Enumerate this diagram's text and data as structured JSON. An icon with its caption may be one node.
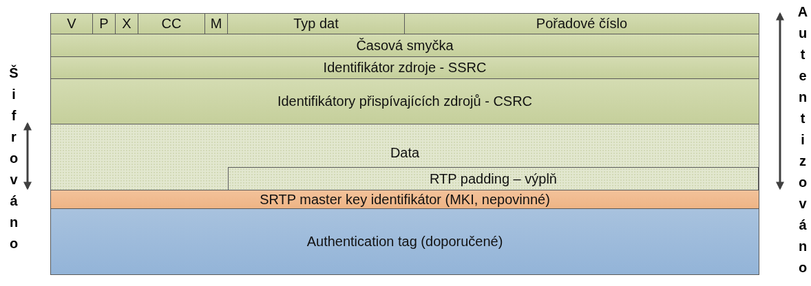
{
  "diagram": {
    "nodes": [
      {
        "text": [
          "V"
        ]
      },
      {
        "text": [
          "P"
        ]
      },
      {
        "text": [
          "X"
        ]
      },
      {
        "text": [
          "CC"
        ]
      },
      {
        "text": [
          "M"
        ]
      },
      {
        "text": [
          "Typ dat"
        ]
      },
      {
        "text": [
          "Pořadové číslo"
        ]
      },
      {
        "text": [
          "Časová smyčka"
        ]
      },
      {
        "text": [
          "Identifikátor zdroje - SSRC"
        ]
      },
      {
        "text": [
          "Identifikátory přispívajících zdrojů - CSRC"
        ]
      },
      {
        "text": [
          "Data"
        ]
      },
      {
        "text": [
          "RTP padding – výplň"
        ],
        "in": 10
      },
      {
        "text": [
          "SRTP master key identifikátor (MKI, nepovinné)"
        ]
      },
      {
        "text": [
          "Authentication tag (doporučené)"
        ]
      }
    ],
    "labels": [
      "Šifrováno",
      "Autentizováno"
    ]
  }
}
